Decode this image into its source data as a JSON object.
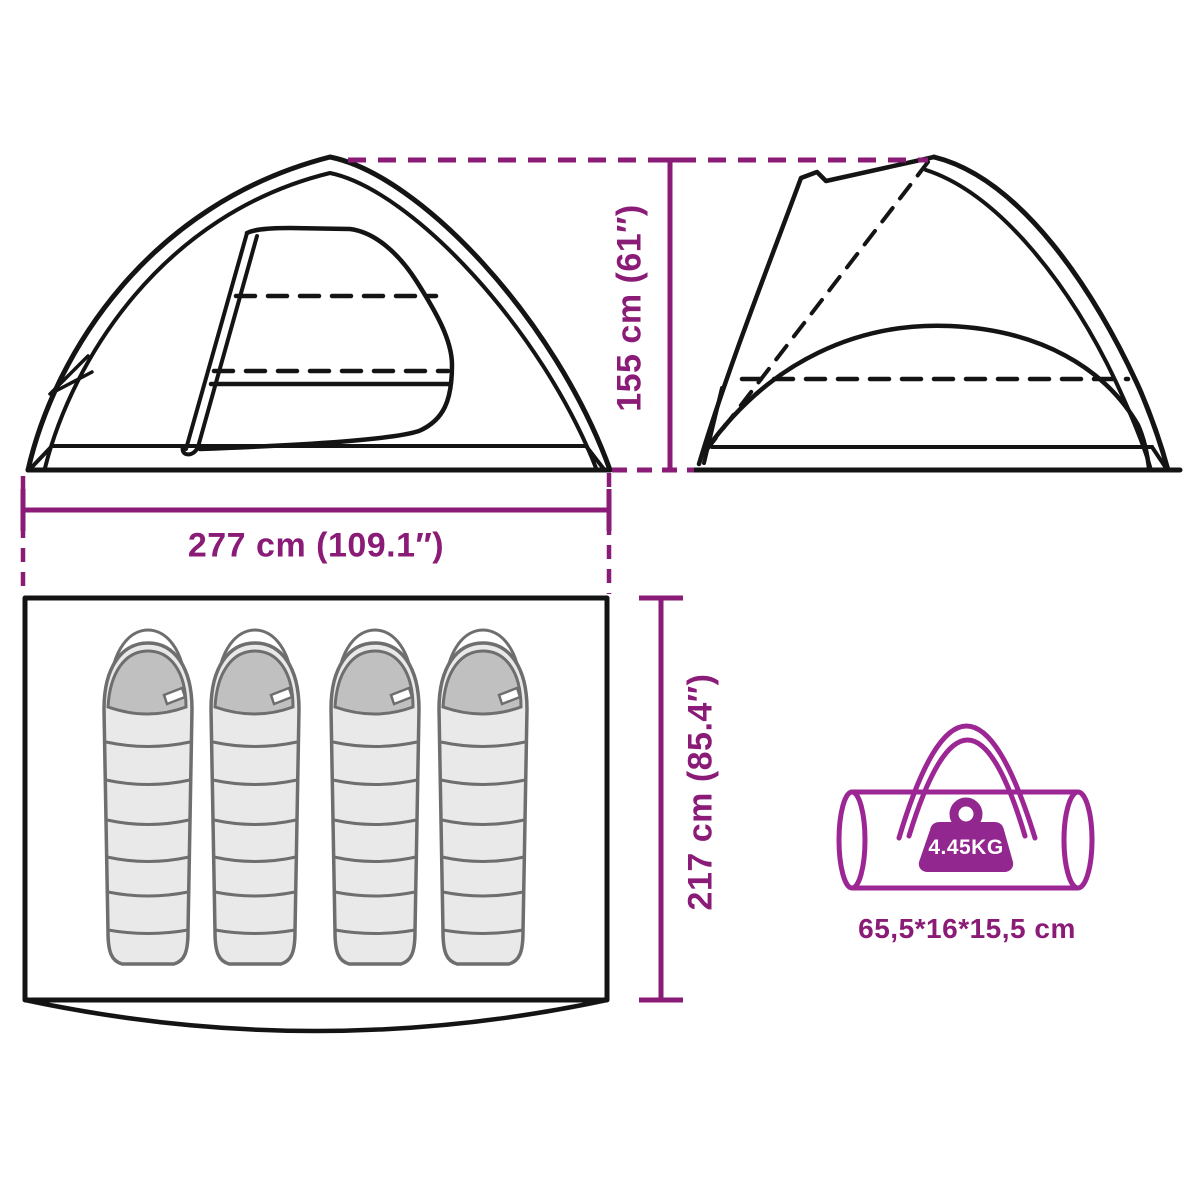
{
  "figure": {
    "type": "product dimension diagram",
    "subject": "4-person camping tent with carry bag"
  },
  "colors": {
    "dimension_accent": "#8a1b76",
    "bag_outline": "#9c2694",
    "weight_icon_fill": "#92278f",
    "line_art": "#141414",
    "sleeping_bag_body": "#e9e9e9",
    "sleeping_bag_hood": "#c0c0c0"
  },
  "dimensions": {
    "width_label": "277 cm (109.1″)",
    "height_label": "155 cm (61″)",
    "depth_label": "217 cm (85.4″)"
  },
  "carry_bag": {
    "weight_label": "4.45KG",
    "size_label": "65,5*16*15,5 cm"
  },
  "floor_plan": {
    "sleeping_bag_count": 4
  }
}
